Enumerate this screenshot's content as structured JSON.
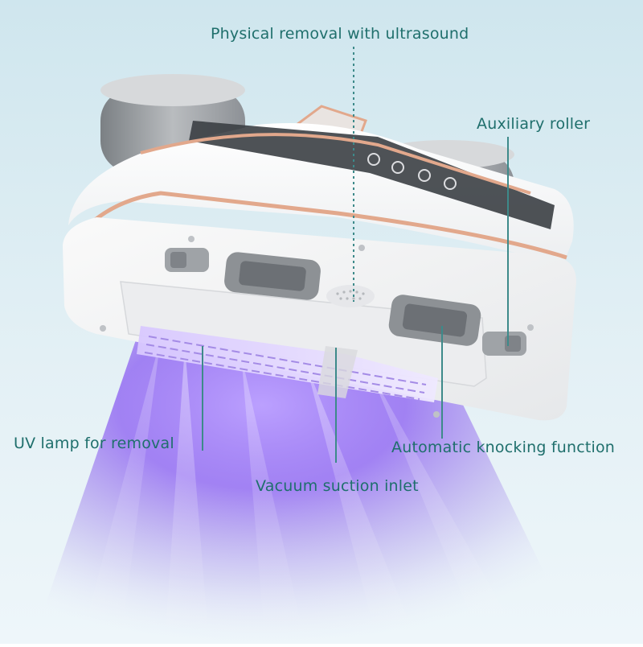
{
  "image": {
    "description_free_note": "",
    "colors": {
      "label_text": "#1f6f6c",
      "background_top": "#cfe6ee",
      "background_bottom": "#eef6fa",
      "uv_glow": "#8a5cf2",
      "device_body": "#f7f7f8",
      "accent_trim": "#e2a88c",
      "leader_line": "#3d8a8a"
    }
  },
  "labels": {
    "ultrasound": "Physical removal with ultrasound",
    "auxiliary_roller": "Auxiliary roller",
    "uv_lamp": "UV lamp for removal",
    "knocking": "Automatic knocking function",
    "vacuum_inlet": "Vacuum suction inlet"
  },
  "icons": {
    "grille": "speaker-grille-icon",
    "power": "power-button-icon"
  }
}
